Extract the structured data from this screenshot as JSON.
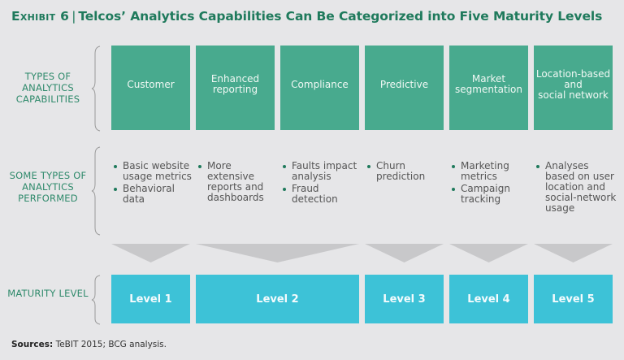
{
  "title": {
    "exhibit": "Exhibit 6",
    "separator": "|",
    "text": "Telcos’ Analytics Capabilities Can Be Categorized into Five Maturity Levels"
  },
  "row_labels": {
    "capabilities": "Types of analytics capabilities",
    "analyses": "Some types of analytics performed",
    "maturity": "Maturity level"
  },
  "capabilities": [
    {
      "label": "Customer"
    },
    {
      "label": "Enhanced\nreporting"
    },
    {
      "label": "Compliance"
    },
    {
      "label": "Predictive"
    },
    {
      "label": "Market\nsegmentation"
    },
    {
      "label": "Location-based\nand\nsocial network"
    }
  ],
  "analyses": [
    {
      "items": [
        "Basic website\nusage metrics",
        "Behavioral\ndata"
      ]
    },
    {
      "items": [
        "More\nextensive\nreports and\ndashboards"
      ]
    },
    {
      "items": [
        "Faults impact\nanalysis",
        "Fraud\ndetection"
      ]
    },
    {
      "items": [
        "Churn\nprediction"
      ]
    },
    {
      "items": [
        "Marketing\nmetrics",
        "Campaign\ntracking"
      ]
    },
    {
      "items": [
        "Analyses\nbased on user\nlocation and\nsocial-network\nusage"
      ]
    }
  ],
  "levels": [
    {
      "label": "Level 1",
      "covers_capabilities": [
        1
      ]
    },
    {
      "label": "Level 2",
      "covers_capabilities": [
        2,
        3
      ]
    },
    {
      "label": "Level 3",
      "covers_capabilities": [
        4
      ]
    },
    {
      "label": "Level 4",
      "covers_capabilities": [
        5
      ]
    },
    {
      "label": "Level 5",
      "covers_capabilities": [
        6
      ]
    }
  ],
  "source": {
    "label": "Sources:",
    "text": "TeBIT 2015; BCG analysis."
  },
  "colors": {
    "title": "#1f7a5c",
    "capability_box": "#48aa8e",
    "level_box": "#3dc2d7",
    "funnel": "#c8c8ca",
    "background": "#e6e6e8"
  }
}
